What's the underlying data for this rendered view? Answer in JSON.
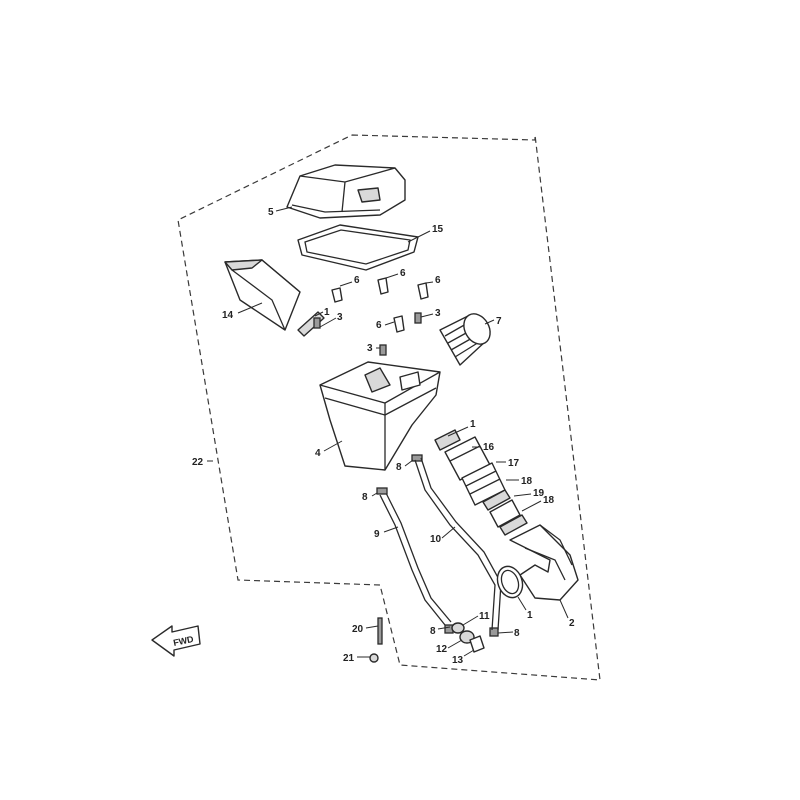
{
  "callouts": {
    "c1a": "1",
    "c1b": "1",
    "c1c": "1",
    "c2": "2",
    "c3a": "3",
    "c3b": "3",
    "c3c": "3",
    "c4": "4",
    "c5": "5",
    "c6a": "6",
    "c6b": "6",
    "c6c": "6",
    "c6d": "6",
    "c7": "7",
    "c8a": "8",
    "c8b": "8",
    "c8c": "8",
    "c8d": "8",
    "c9": "9",
    "c10": "10",
    "c11": "11",
    "c12": "12",
    "c13": "13",
    "c14": "14",
    "c15": "15",
    "c16": "16",
    "c17": "17",
    "c18a": "18",
    "c18b": "18",
    "c19": "19",
    "c20": "20",
    "c21": "21",
    "c22": "22"
  },
  "fwd_marker": {
    "text": "FWD"
  },
  "icons": {
    "fwd": "forward-arrow-icon"
  }
}
